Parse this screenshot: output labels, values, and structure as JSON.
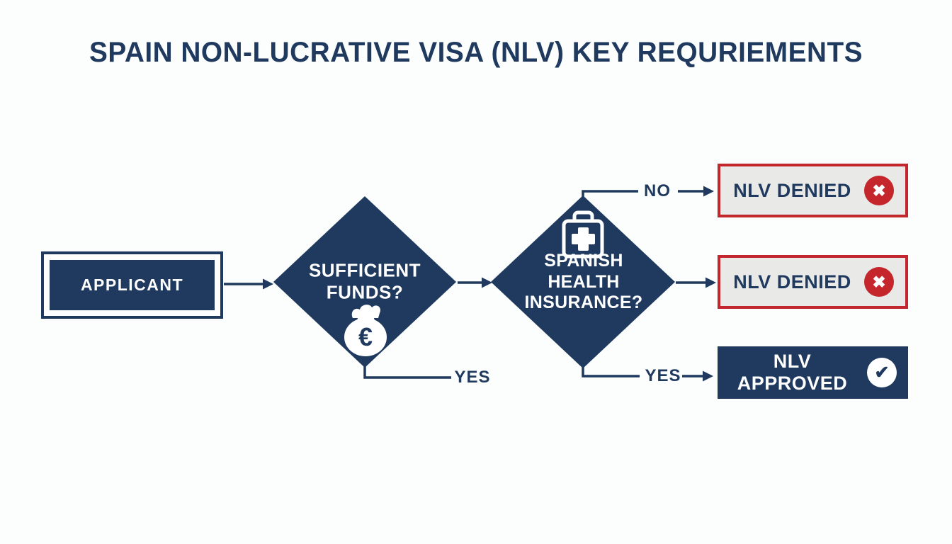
{
  "title": "SPAIN NON-LUCRATIVE VISA (NLV) KEY REQURIEMENTS",
  "colors": {
    "navy": "#1f3a5e",
    "red": "#c5262c",
    "red_border": "#c2272d",
    "box_gray": "#e9e9e8",
    "bg": "#fcfdfd",
    "white": "#ffffff"
  },
  "flow": {
    "start": {
      "label": "APPLICANT"
    },
    "decisions": [
      {
        "label": "SUFFICIENT FUNDS?",
        "icon": "money-bag-euro-icon",
        "icon_symbol": "€"
      },
      {
        "label": "SPANISH HEALTH INSURANCE?",
        "icon": "first-aid-kit-icon"
      }
    ],
    "edges": {
      "no_label": "NO",
      "yes_funds_label": "YES",
      "yes_insurance_label": "YES"
    },
    "outcomes": [
      {
        "label": "NLV DENIED",
        "status": "denied",
        "icon": "x-circle-icon",
        "icon_glyph": "✖"
      },
      {
        "label": "NLV DENIED",
        "status": "denied",
        "icon": "x-circle-icon",
        "icon_glyph": "✖"
      },
      {
        "label": "NLV APPROVED",
        "status": "approved",
        "icon": "check-circle-icon",
        "icon_glyph": "✔"
      }
    ]
  }
}
